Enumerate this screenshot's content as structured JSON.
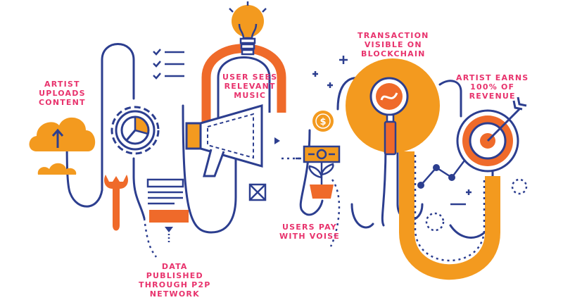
{
  "colors": {
    "navy": "#2c3e8f",
    "orange": "#f39a1f",
    "deep_orange": "#ef6a2a",
    "pink": "#e8336d"
  },
  "labels": {
    "artist_uploads": [
      "ARTIST",
      "UPLOADS",
      "CONTENT"
    ],
    "data_published": [
      "DATA",
      "PUBLISHED",
      "THROUGH P2P",
      "NETWORK"
    ],
    "user_sees": [
      "USER SEES",
      "RELEVANT",
      "MUSIC"
    ],
    "users_pay": [
      "USERS PAY",
      "WITH VOISE"
    ],
    "transaction_visible": [
      "TRANSACTION",
      "VISIBLE ON",
      "BLOCKCHAIN"
    ],
    "artist_earns": [
      "ARTIST EARNS",
      "100% OF",
      "REVENUE"
    ]
  },
  "icons": {
    "cloud": "upload-cloud-icon",
    "gear": "gear-pie-chart-icon",
    "checklist": "checklist-icon",
    "wrench": "wrench-icon",
    "document": "document-icon",
    "bulb": "light-bulb-icon",
    "megaphone": "megaphone-icon",
    "coin": "dollar-coin-icon",
    "plant": "money-plant-icon",
    "magnifier": "magnifier-icon",
    "target": "target-arrow-icon"
  }
}
